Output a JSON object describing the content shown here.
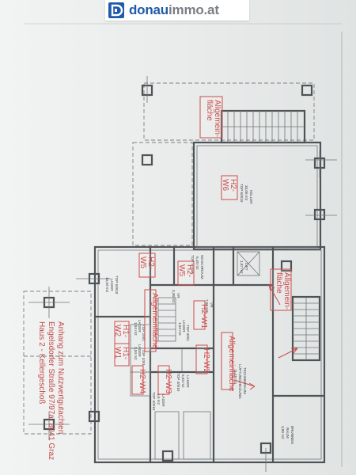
{
  "logo": {
    "brand_a": "donau",
    "brand_b": "immo.at",
    "icon": "donauimmo-logo-icon"
  },
  "rooms": {
    "keller": [
      "KELLER",
      "33,06 m2",
      "TOP 5/9/10"
    ],
    "lager_large": [
      "TOP 5/9/10",
      "LAGER",
      "10,59 m2"
    ],
    "waschraum": [
      "WASCHRAUM",
      "6,18 m2",
      "TOP 5/9/10"
    ],
    "lift": [
      "LIFT",
      "1,87 m2"
    ],
    "vr": [
      "VR",
      "7,50 m2"
    ],
    "vr2": [
      "VR",
      "3,38 m2"
    ],
    "technik": [
      "TECHNIKRAUM",
      "LÜFTUNG,HEIZUNG",
      "11,48 m2"
    ],
    "brunnen": [
      "BRUNNEN",
      "RAUM",
      "3,80 m2"
    ],
    "lager_1": [
      "TOP 2/9/1",
      "LAGER",
      "1,84 m2"
    ],
    "lager_2": [
      "TOP 1/9/1",
      "LAGER",
      "1,84 m2"
    ],
    "lager_3": [
      "TOP 3/9/1",
      "LAGER",
      "1,84 m2"
    ],
    "lager_4": [
      "LAGER",
      "5,83 m2",
      "TOP 4/9/10"
    ],
    "lager_5": [
      "LAGER",
      "6,6 m2",
      "TOP 4/9/10"
    ]
  },
  "labels": {
    "allg_top": "Allgemein-\nfläche",
    "allg_right": "Allgemein-\nfläche",
    "allg_mid": "Allgemeinfläche",
    "allg_low": "Allgemeinfläche",
    "h2w6": "H2-\nW6",
    "h2w5": "H2-\nW5",
    "h2w5b": "H2-\nW5",
    "h2w1": "H2-W1",
    "h2w2": "H2-W2",
    "h2w3": "H2-W3",
    "h2w4": "H2-W4",
    "h1w2": "H1-\nW2",
    "h1w1": "H1-\nW1"
  },
  "note": [
    "Anhang zum Nutzwertgutachten",
    "Engelsdorfer Straße 97/97a, 8041 Graz",
    "Haus 2 - Kellergeschoß"
  ]
}
